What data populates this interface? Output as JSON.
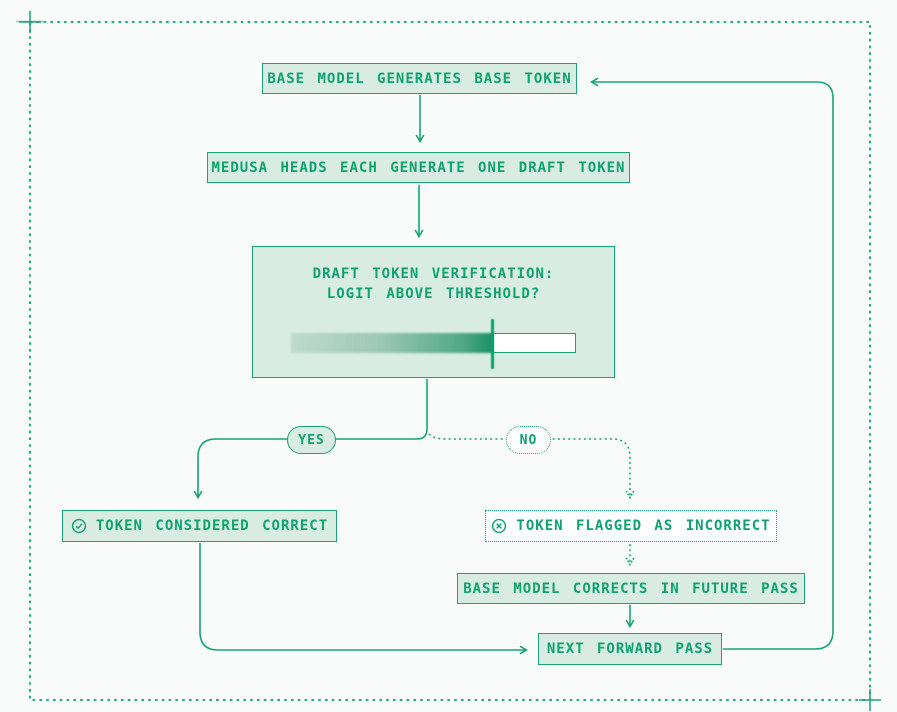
{
  "colors": {
    "green": "#18a475",
    "text_green": "#0fa271",
    "light_fill": "#d8ece3",
    "background": "#f8fbfa",
    "threshold_line": "#0a9e6d",
    "white": "#ffffff"
  },
  "nodes": {
    "base_model": {
      "label": "BASE MODEL GENERATES BASE TOKEN"
    },
    "medusa_heads": {
      "label": "MEDUSA HEADS EACH GENERATE ONE DRAFT TOKEN"
    },
    "verification": {
      "line1": "DRAFT TOKEN VERIFICATION:",
      "line2": "LOGIT ABOVE THRESHOLD?",
      "meter_fill_percent": 70
    },
    "yes_pill": {
      "label": "YES"
    },
    "no_pill": {
      "label": "NO"
    },
    "considered_correct": {
      "label": "TOKEN CONSIDERED CORRECT",
      "icon": "check-circle-icon"
    },
    "flagged_incorrect": {
      "label": "TOKEN FLAGGED AS INCORRECT",
      "icon": "x-circle-icon"
    },
    "corrects_future": {
      "label": "BASE MODEL CORRECTS IN FUTURE PASS"
    },
    "next_forward_pass": {
      "label": "NEXT FORWARD PASS"
    }
  },
  "edges": [
    {
      "from": "base_model",
      "to": "medusa_heads",
      "style": "solid-arrow"
    },
    {
      "from": "medusa_heads",
      "to": "verification",
      "style": "solid-arrow"
    },
    {
      "from": "verification",
      "via": "yes_pill",
      "to": "considered_correct",
      "style": "solid-arrow"
    },
    {
      "from": "verification",
      "via": "no_pill",
      "to": "flagged_incorrect",
      "style": "dotted-arrow"
    },
    {
      "from": "flagged_incorrect",
      "to": "corrects_future",
      "style": "dotted-arrow"
    },
    {
      "from": "corrects_future",
      "to": "next_forward_pass",
      "style": "solid-arrow"
    },
    {
      "from": "considered_correct",
      "to": "next_forward_pass",
      "style": "solid-arrow"
    },
    {
      "from": "next_forward_pass",
      "to": "base_model",
      "style": "solid-arrow-loop"
    }
  ]
}
